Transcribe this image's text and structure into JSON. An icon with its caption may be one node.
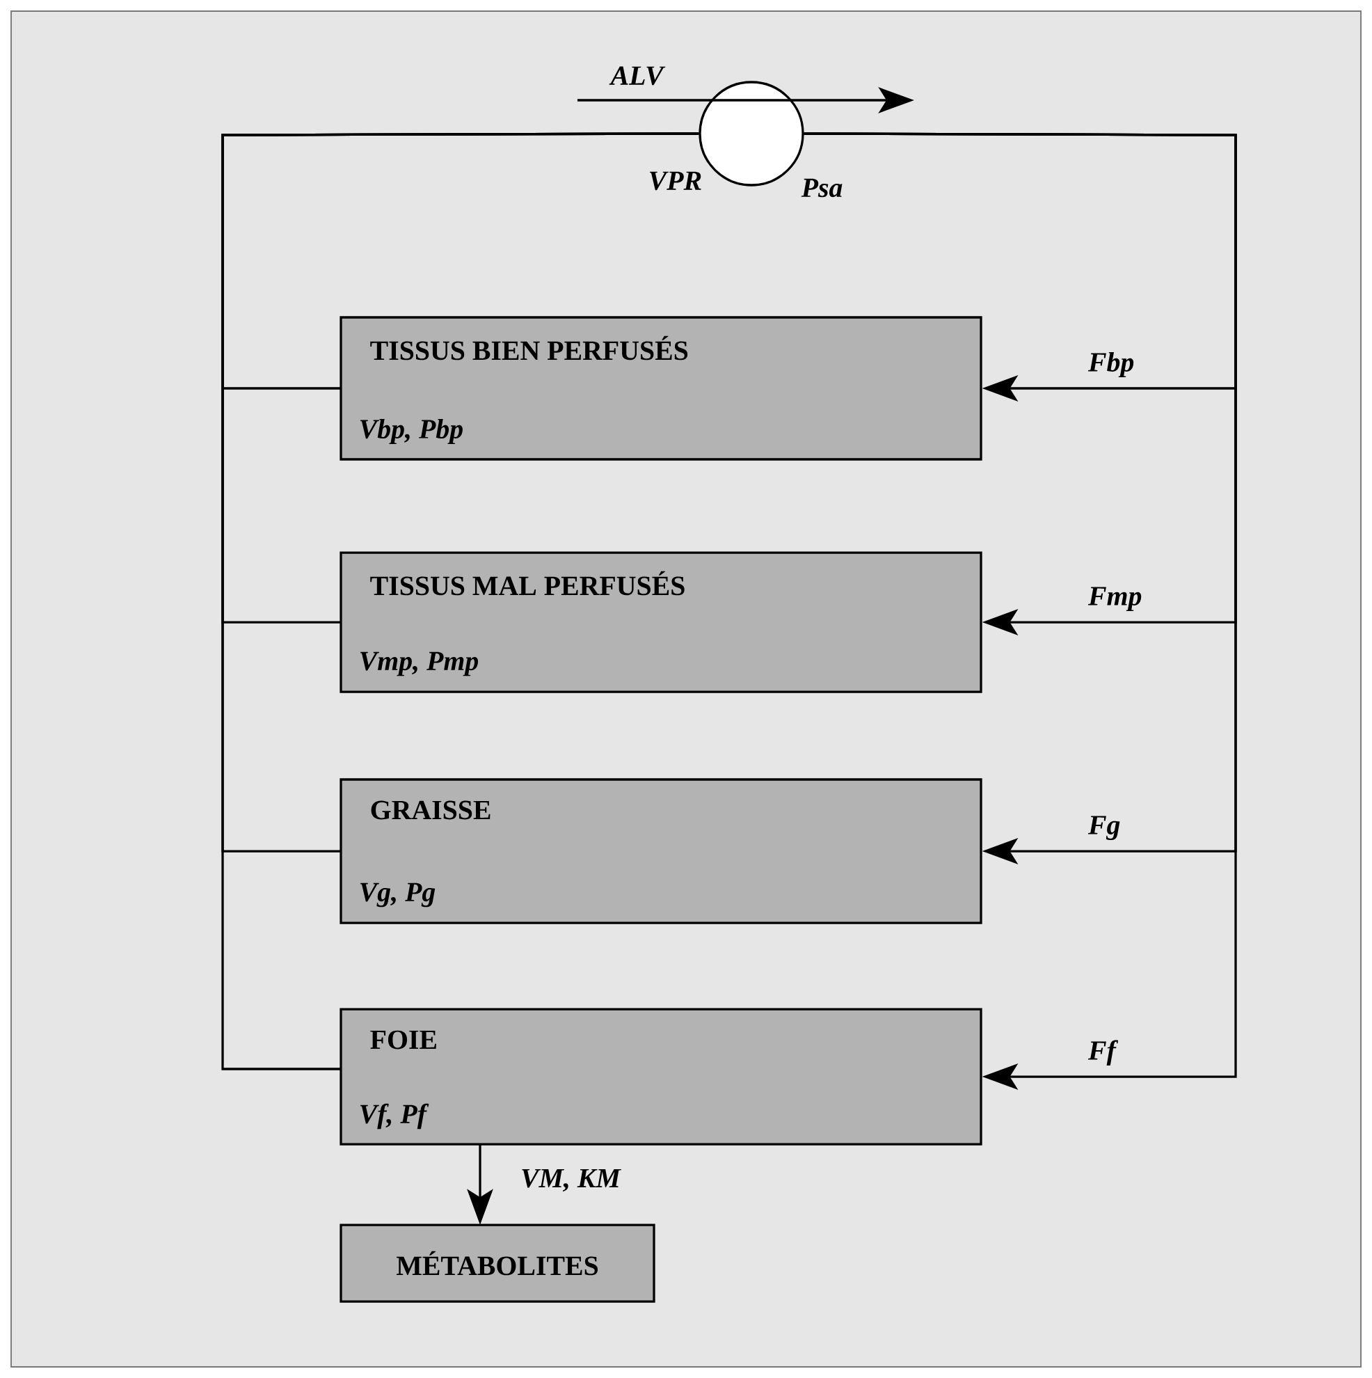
{
  "diagram": {
    "nodes": [
      {
        "text": [],
        "shape": "circle"
      },
      {
        "text": [
          "TISSUS BIEN PERFUSÉS",
          "Vbp, Pbp"
        ]
      },
      {
        "text": [
          "TISSUS MAL PERFUSÉS",
          "Vmp, Pmp"
        ]
      },
      {
        "text": [
          "GRAISSE",
          "Vg, Pg"
        ]
      },
      {
        "text": [
          "FOIE",
          "Vf, Pf"
        ]
      },
      {
        "text": [
          "MÉTABOLITES"
        ]
      }
    ],
    "edges": [
      {
        "from": 0,
        "to": 1,
        "arrow": "to",
        "label": "Fbp"
      },
      {
        "from": 0,
        "to": 2,
        "arrow": "to",
        "label": "Fmp"
      },
      {
        "from": 0,
        "to": 3,
        "arrow": "to",
        "label": "Fg"
      },
      {
        "from": 0,
        "to": 4,
        "arrow": "to",
        "label": "Ff"
      },
      {
        "from": 1,
        "to": 0,
        "arrow": "none"
      },
      {
        "from": 2,
        "to": 0,
        "arrow": "none"
      },
      {
        "from": 3,
        "to": 0,
        "arrow": "none"
      },
      {
        "from": 4,
        "to": 0,
        "arrow": "none"
      },
      {
        "from": 4,
        "to": 5,
        "arrow": "to",
        "label": "VM, KM"
      }
    ],
    "labels": [
      "ALV",
      "VPR",
      "Psa"
    ]
  }
}
